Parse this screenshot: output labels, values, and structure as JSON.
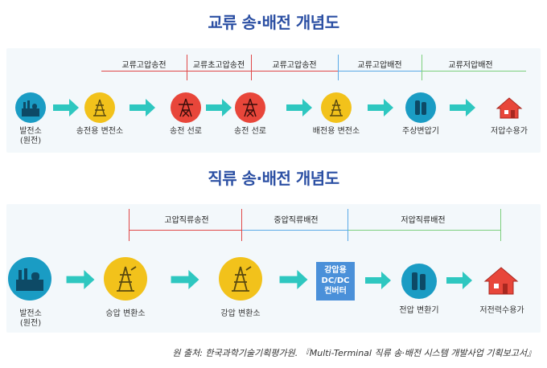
{
  "ac": {
    "title": "교류 송·배전 개념도",
    "segments": [
      "교류고압송전",
      "교류초고압송전",
      "교류고압송전",
      "교류고압배전",
      "교류저압배전"
    ],
    "nodes": [
      "발전소\n(원전)",
      "송전용 변전소",
      "송전 선로",
      "송전 선로",
      "배전용 변전소",
      "주상변압기",
      "저압수용가"
    ]
  },
  "dc": {
    "title": "직류 송·배전 개념도",
    "segments": [
      "고압직류송전",
      "중압직류배전",
      "저압직류배전"
    ],
    "nodes": [
      "발전소\n(원전)",
      "승압 변환소",
      "강압 변환소",
      "전압 변환기",
      "저전력수용가"
    ],
    "converter": [
      "강압용",
      "DC/DC",
      "컨버터"
    ]
  },
  "source": "원 출처: 한국과학기술기획평가원. 『Multi-Terminal 직류 송·배전 시스템 개발사업 기획보고서』",
  "colors": {
    "title": "#2b4fa3",
    "teal": "#1a9cc4",
    "yellow": "#f2c21b",
    "red": "#e8463a",
    "arrow": "#2ec7c0",
    "converter": "#4a90d9",
    "line_red": "#e04848",
    "line_blue": "#5aa9e6",
    "line_green": "#7ccf7c"
  }
}
